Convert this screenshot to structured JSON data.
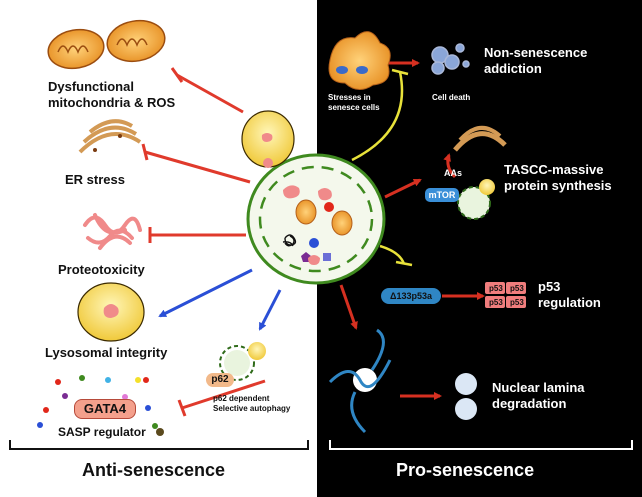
{
  "left_panel": {
    "footer": "Anti-senescence",
    "items": [
      {
        "label_line1": "Dysfunctional",
        "label_line2": "mitochondria & ROS"
      },
      {
        "label": "ER stress"
      },
      {
        "label": "Proteotoxicity"
      },
      {
        "label": "Lysosomal integrity"
      },
      {
        "label": "SASP regulator",
        "badge": "GATA4"
      }
    ],
    "autophagy": {
      "badge": "p62",
      "caption_line1": "p62 dependent",
      "caption_line2": "Selective autophagy"
    }
  },
  "right_panel": {
    "footer": "Pro-senescence",
    "stress": {
      "caption_line1": "Stresses in",
      "caption_line2": "senesce cells"
    },
    "addiction": {
      "title_line1": "Non-senescence",
      "title_line2": "addiction",
      "caption": "Cell death"
    },
    "tascc": {
      "title_line1": "TASCC-massive",
      "title_line2": "protein synthesis",
      "aas": "AAs",
      "mtor": "mTOR"
    },
    "p53": {
      "isoform": "Δ133p53a",
      "tag": "p53",
      "title_line1": "p53",
      "title_line2": "regulation"
    },
    "lamina": {
      "title_line1": "Nuclear lamina",
      "title_line2": "degradation"
    }
  },
  "colors": {
    "inhibit_arrow": "#e03a2c",
    "promote_arrow": "#d63021",
    "blue_arrow": "#2a4fd6",
    "yellow_inhibit": "#e8e23a",
    "right_bg": "#000000",
    "cell_border": "#3f8a1f",
    "cell_fill": "#f3f8ea",
    "mito": "#e08a3c",
    "lysosome": "#f5d867",
    "p53_box": "#f07d7d",
    "badge_salmon": "#f4a08c",
    "mtor": "#3a8fd8"
  }
}
